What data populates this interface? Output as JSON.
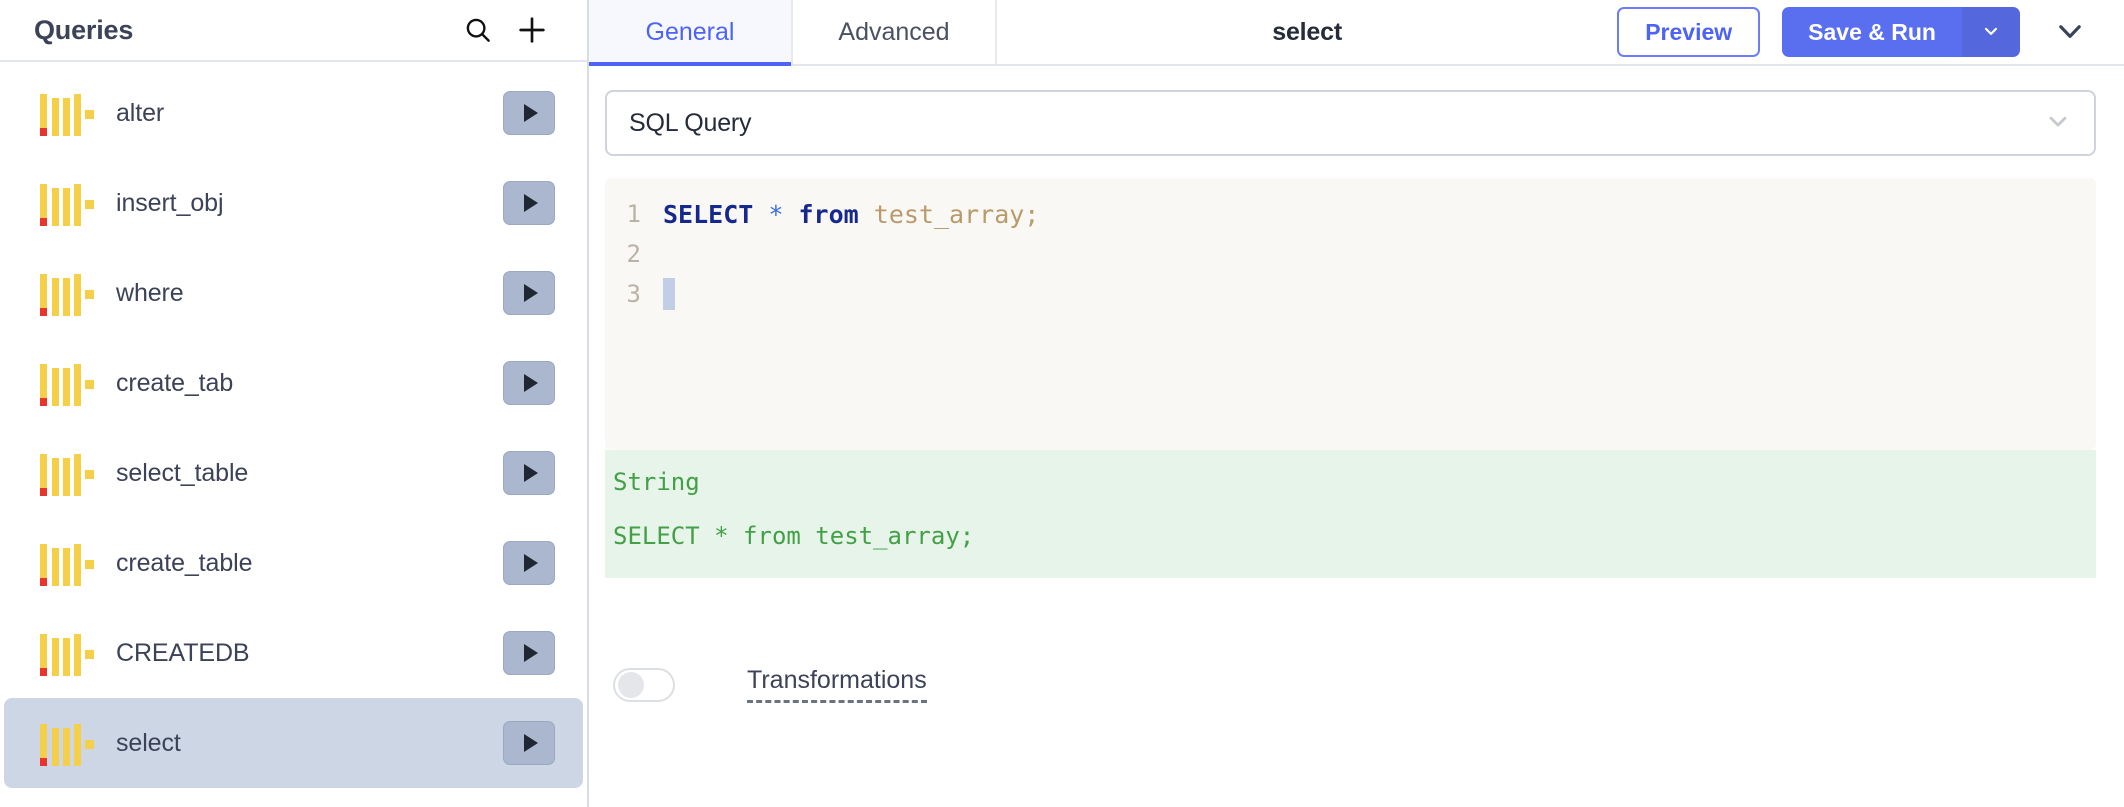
{
  "sidebar": {
    "title": "Queries",
    "search_icon": "search-icon",
    "add_icon": "plus-icon",
    "items": [
      {
        "label": "alter",
        "selected": false,
        "icon": "query-bars-icon",
        "run_icon": "play-icon"
      },
      {
        "label": "insert_obj",
        "selected": false,
        "icon": "query-bars-icon",
        "run_icon": "play-icon"
      },
      {
        "label": "where",
        "selected": false,
        "icon": "query-bars-icon",
        "run_icon": "play-icon"
      },
      {
        "label": "create_tab",
        "selected": false,
        "icon": "query-bars-icon",
        "run_icon": "play-icon"
      },
      {
        "label": "select_table",
        "selected": false,
        "icon": "query-bars-icon",
        "run_icon": "play-icon"
      },
      {
        "label": "create_table",
        "selected": false,
        "icon": "query-bars-icon",
        "run_icon": "play-icon"
      },
      {
        "label": "CREATEDB",
        "selected": false,
        "icon": "query-bars-icon",
        "run_icon": "play-icon"
      },
      {
        "label": "select",
        "selected": true,
        "icon": "query-bars-icon",
        "run_icon": "play-icon"
      }
    ]
  },
  "topbar": {
    "tabs": [
      {
        "label": "General",
        "active": true
      },
      {
        "label": "Advanced",
        "active": false
      }
    ],
    "title": "select",
    "preview_label": "Preview",
    "save_run_label": "Save & Run",
    "save_run_caret_icon": "chevron-down-icon",
    "collapse_icon": "chevron-down-icon"
  },
  "query_type_select": {
    "value": "SQL Query",
    "caret_icon": "chevron-down-icon"
  },
  "editor": {
    "lines": [
      {
        "number": "1",
        "tokens": [
          {
            "text": "SELECT",
            "type": "kw"
          },
          {
            "text": " ",
            "type": "plain"
          },
          {
            "text": "*",
            "type": "op"
          },
          {
            "text": " ",
            "type": "plain"
          },
          {
            "text": "from",
            "type": "kw"
          },
          {
            "text": " ",
            "type": "plain"
          },
          {
            "text": "test_array;",
            "type": "id"
          }
        ]
      },
      {
        "number": "2",
        "tokens": []
      },
      {
        "number": "3",
        "tokens": [],
        "caret": true
      }
    ]
  },
  "result": {
    "type_label": "String",
    "value": "SELECT * from test_array;"
  },
  "transformations": {
    "label": "Transformations",
    "enabled": false
  },
  "colors": {
    "accent": "#4d63f5",
    "save_run_bg": "#5a6ef0",
    "selected_item_bg": "#ccd6e5",
    "editor_bg": "#faf8f4",
    "result_bg": "#e7f4e9",
    "result_text": "#43a047",
    "icon_yellow": "#f5cf47",
    "icon_red": "#e8342a",
    "run_btn_bg": "#aab7ce"
  }
}
